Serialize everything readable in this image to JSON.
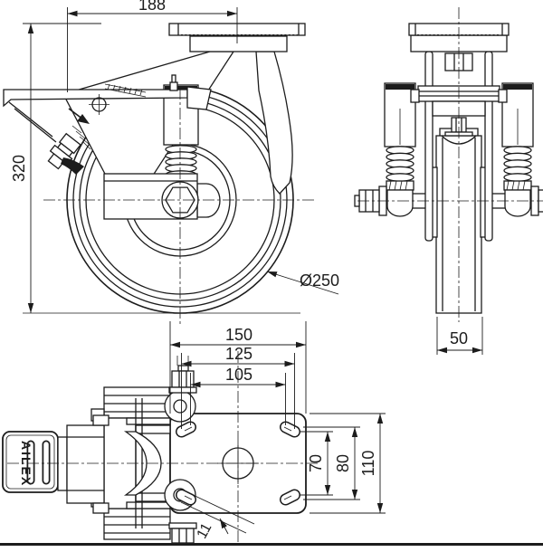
{
  "drawing": {
    "brand_label": "AILEX",
    "colors": {
      "line": "#1c1c1c",
      "background": "#ffffff"
    },
    "dimensions": {
      "top_offset": "188",
      "overall_height": "320",
      "wheel_diameter": "Ø250",
      "wheel_width": "50",
      "plate_length": "150",
      "bolt_span_h_outer": "125",
      "bolt_span_h_inner": "105",
      "bolt_span_v_inner": "70",
      "bolt_span_v_outer": "80",
      "plate_width": "110",
      "slot_width": "11"
    }
  }
}
